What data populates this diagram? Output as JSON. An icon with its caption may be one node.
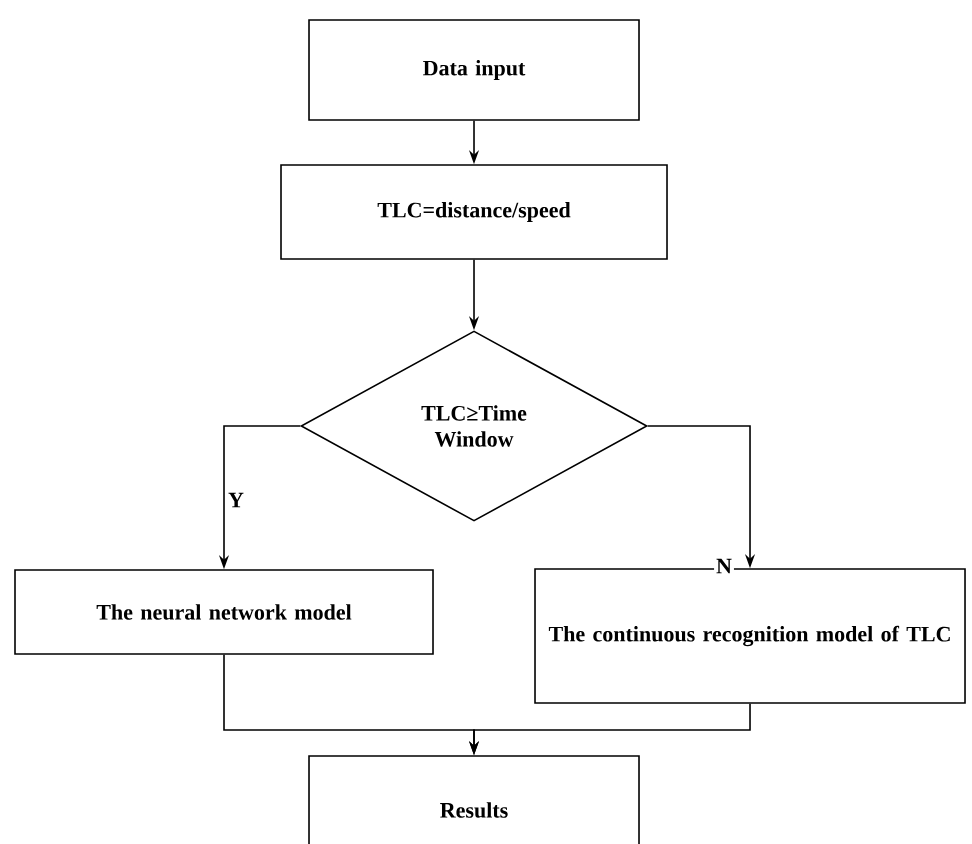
{
  "diagram": {
    "nodes": [
      {
        "text": [
          "Data input"
        ]
      },
      {
        "text": [
          "TLC=distance/speed"
        ]
      },
      {
        "text": [
          "TLC≥Time Window"
        ]
      },
      {
        "text": [
          "The neural network model"
        ]
      },
      {
        "text": [
          "The continuous recognition model of TLC"
        ]
      },
      {
        "text": [
          "Results"
        ]
      }
    ],
    "edges": [
      {
        "from": 0,
        "to": 1,
        "arrow": "to"
      },
      {
        "from": 1,
        "to": 2,
        "arrow": "to"
      },
      {
        "from": 2,
        "to": 3,
        "arrow": "to",
        "label": "Y"
      },
      {
        "from": 2,
        "to": 4,
        "arrow": "to",
        "label": "N"
      },
      {
        "from": 3,
        "to": 5,
        "arrow": "to"
      },
      {
        "from": 4,
        "to": 5,
        "arrow": "to"
      }
    ]
  }
}
